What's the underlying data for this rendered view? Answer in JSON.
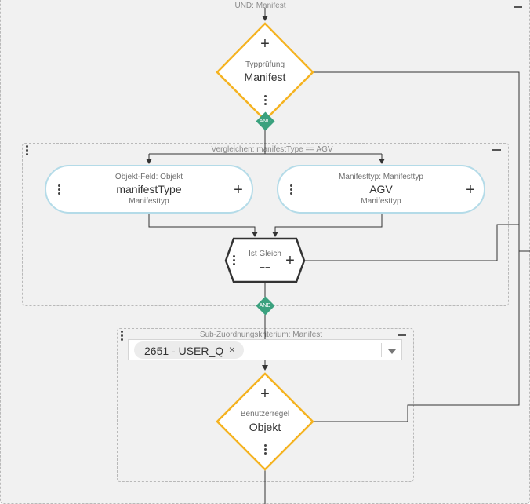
{
  "outer_group": {
    "title": "UND: Manifest"
  },
  "type_check": {
    "label": "Typprüfung",
    "value": "Manifest"
  },
  "and_badge_1": {
    "label": "AND"
  },
  "compare_group": {
    "title": "Vergleichen: manifestType == AGV"
  },
  "field_node": {
    "line1": "Objekt-Feld: Objekt",
    "line2": "manifestType",
    "line3": "Manifesttyp"
  },
  "enum_node": {
    "line1": "Manifesttyp: Manifesttyp",
    "line2": "AGV",
    "line3": "Manifesttyp"
  },
  "equals_node": {
    "label": "Ist Gleich",
    "operator": "=="
  },
  "and_badge_2": {
    "label": "AND"
  },
  "sub_group": {
    "title": "Sub-Zuordnungskriterium: Manifest"
  },
  "selector": {
    "chip_label": "2651 - USER_Q",
    "chip_remove": "×"
  },
  "user_rule": {
    "label": "Benutzerregel",
    "value": "Objekt"
  },
  "plus_glyph": "+",
  "colors": {
    "diamond_border": "#f5b321",
    "pill_border": "#b4dbe8",
    "and_badge": "#3aa17e",
    "group_bg": "#f1f1f1",
    "connector": "#333333"
  }
}
